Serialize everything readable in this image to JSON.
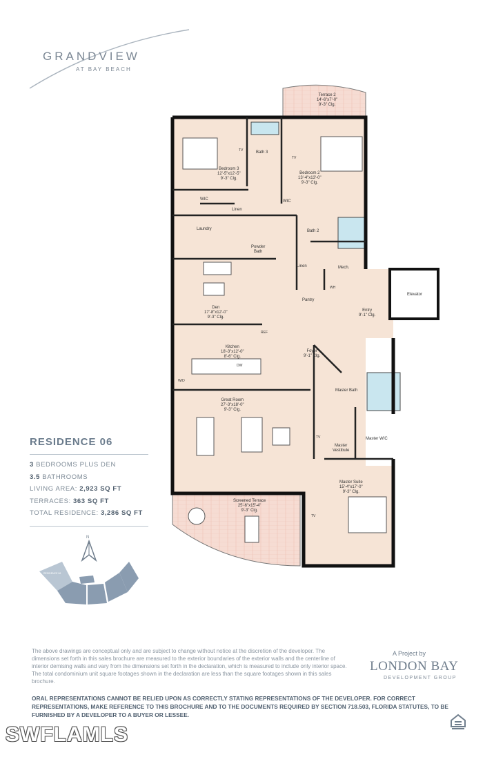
{
  "brand": {
    "title": "GRANDVIEW",
    "subtitle": "AT BAY BEACH"
  },
  "residence": {
    "title": "RESIDENCE 06",
    "specs": [
      {
        "value": "3",
        "text": " BEDROOMS PLUS DEN"
      },
      {
        "value": "3.5",
        "text": " BATHROOMS"
      },
      {
        "text": "LIVING AREA: ",
        "value": "2,923 SQ FT"
      },
      {
        "text": "TERRACES: ",
        "value": "363 SQ FT"
      },
      {
        "text": "TOTAL RESIDENCE: ",
        "value": "3,286 SQ FT"
      }
    ]
  },
  "rooms": {
    "terrace2": "Terrace 2\n14'-6\"x7'-0\"\n9'-3\" Clg.",
    "bedroom3": "Bedroom 3\n12'-5\"x12'-5\"\n9'-3\" Clg.",
    "bath3": "Bath 3",
    "bedroom2": "Bedroom 2\n13'-4\"x13'-0\"\n9'-3\" Clg.",
    "wic_left": "WIC",
    "wic_right": "WIC",
    "linen_top": "Linen",
    "laundry": "Laundry",
    "bath2": "Bath 2",
    "powder_bath": "Powder\nBath",
    "linen_mid": "Linen",
    "mech": "Mech.",
    "wh": "WH",
    "elevator": "Elevator",
    "pantry": "Pantry",
    "entry": "Entry\n9'-1\" Clg.",
    "den": "Den\n17'-8\"x12'-0\"\n9'-3\" Clg.",
    "ref": "REF",
    "kitchen": "Kitchen\n18'-3\"x12'-0\"\n8'-6\" Clg.",
    "dw": "DW",
    "foyer": "Foyer\n9'-1\" Clg.",
    "wd": "W/D",
    "master_bath": "Master Bath",
    "great_room": "Great Room\n27'-3\"x18'-0\"\n9'-3\" Clg.",
    "master_wic": "Master WIC",
    "master_vestibule": "Master\nVestibule",
    "tv_great": "TV",
    "master_suite": "Master Suite\n15'-4\"x17'-0\"\n9'-3\" Clg.",
    "screened_terrace": "Screened Terrace\n25'-6\"x15'-4\"\n9'-3\" Clg.",
    "tv_master": "TV",
    "tv_bed3": "TV",
    "tv_bed2": "TV"
  },
  "keyplan": {
    "label": "RESIDENCE 06"
  },
  "disclaimer": "The above drawings are conceptual only and are subject to change without notice at the discretion of the developer. The dimensions set forth in this sales brochure are measured to the exterior boundaries of the exterior walls and the centerline of interior demising walls and vary from the dimensions set forth in the declaration, which is measured to include only interior space. The total condominium unit square footages shown in the declaration are less than the square footages shown in this sales brochure.",
  "oral_notice": "ORAL REPRESENTATIONS CANNOT BE RELIED UPON AS CORRECTLY STATING REPRESENTATIONS OF THE DEVELOPER. FOR CORRECT REPRESENTATIONS, MAKE REFERENCE TO THIS BROCHURE AND TO THE DOCUMENTS REQUIRED BY SECTION 718.503, FLORIDA STATUTES, TO BE FURNISHED BY A DEVELOPER TO A BUYER OR LESSEE.",
  "developer": {
    "project_label": "A Project by",
    "name": "LONDON BAY",
    "sub": "DEVELOPMENT GROUP"
  },
  "watermark": "SWFLAMLS",
  "colors": {
    "floor": "#f6e4d6",
    "wall": "#111111",
    "terrace": "#f4d7cf",
    "glass": "#c9e6ef",
    "accent": "#6a7b8c"
  }
}
